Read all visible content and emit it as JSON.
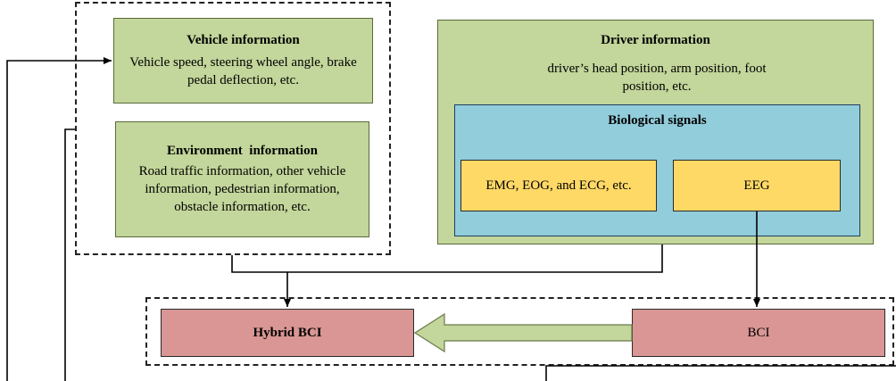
{
  "vehicle": {
    "title": "Vehicle information",
    "text": "Vehicle speed, steering wheel angle, brake pedal deflection, etc."
  },
  "environment": {
    "title": "Environment  information",
    "text": "Road traffic information, other vehicle information, pedestrian information, obstacle information, etc."
  },
  "driver": {
    "title": "Driver information",
    "text": "driver’s head position, arm position, foot position, etc."
  },
  "bio": {
    "title": "Biological signals",
    "emg": "EMG, EOG, and ECG, etc.",
    "eeg": "EEG"
  },
  "bci": {
    "hybrid": "Hybrid BCI",
    "bci": "BCI"
  },
  "colors": {
    "green": "#c3d69b",
    "blue": "#92cddc",
    "yellow": "#ffd966",
    "red": "#d99694",
    "arrow": "#c3d69b"
  }
}
